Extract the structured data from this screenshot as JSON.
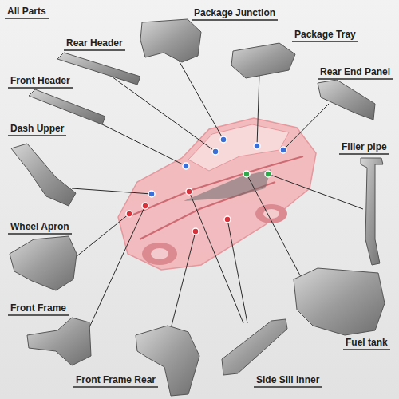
{
  "diagram": {
    "labels": [
      "All Parts",
      "Package Junction",
      "Rear Header",
      "Package Tray",
      "Front Header",
      "Rear End Panel",
      "Dash Upper",
      "Filler pipe",
      "Wheel Apron",
      "Front Frame",
      "Fuel tank",
      "Front Frame Rear",
      "Side Sill Inner"
    ]
  }
}
